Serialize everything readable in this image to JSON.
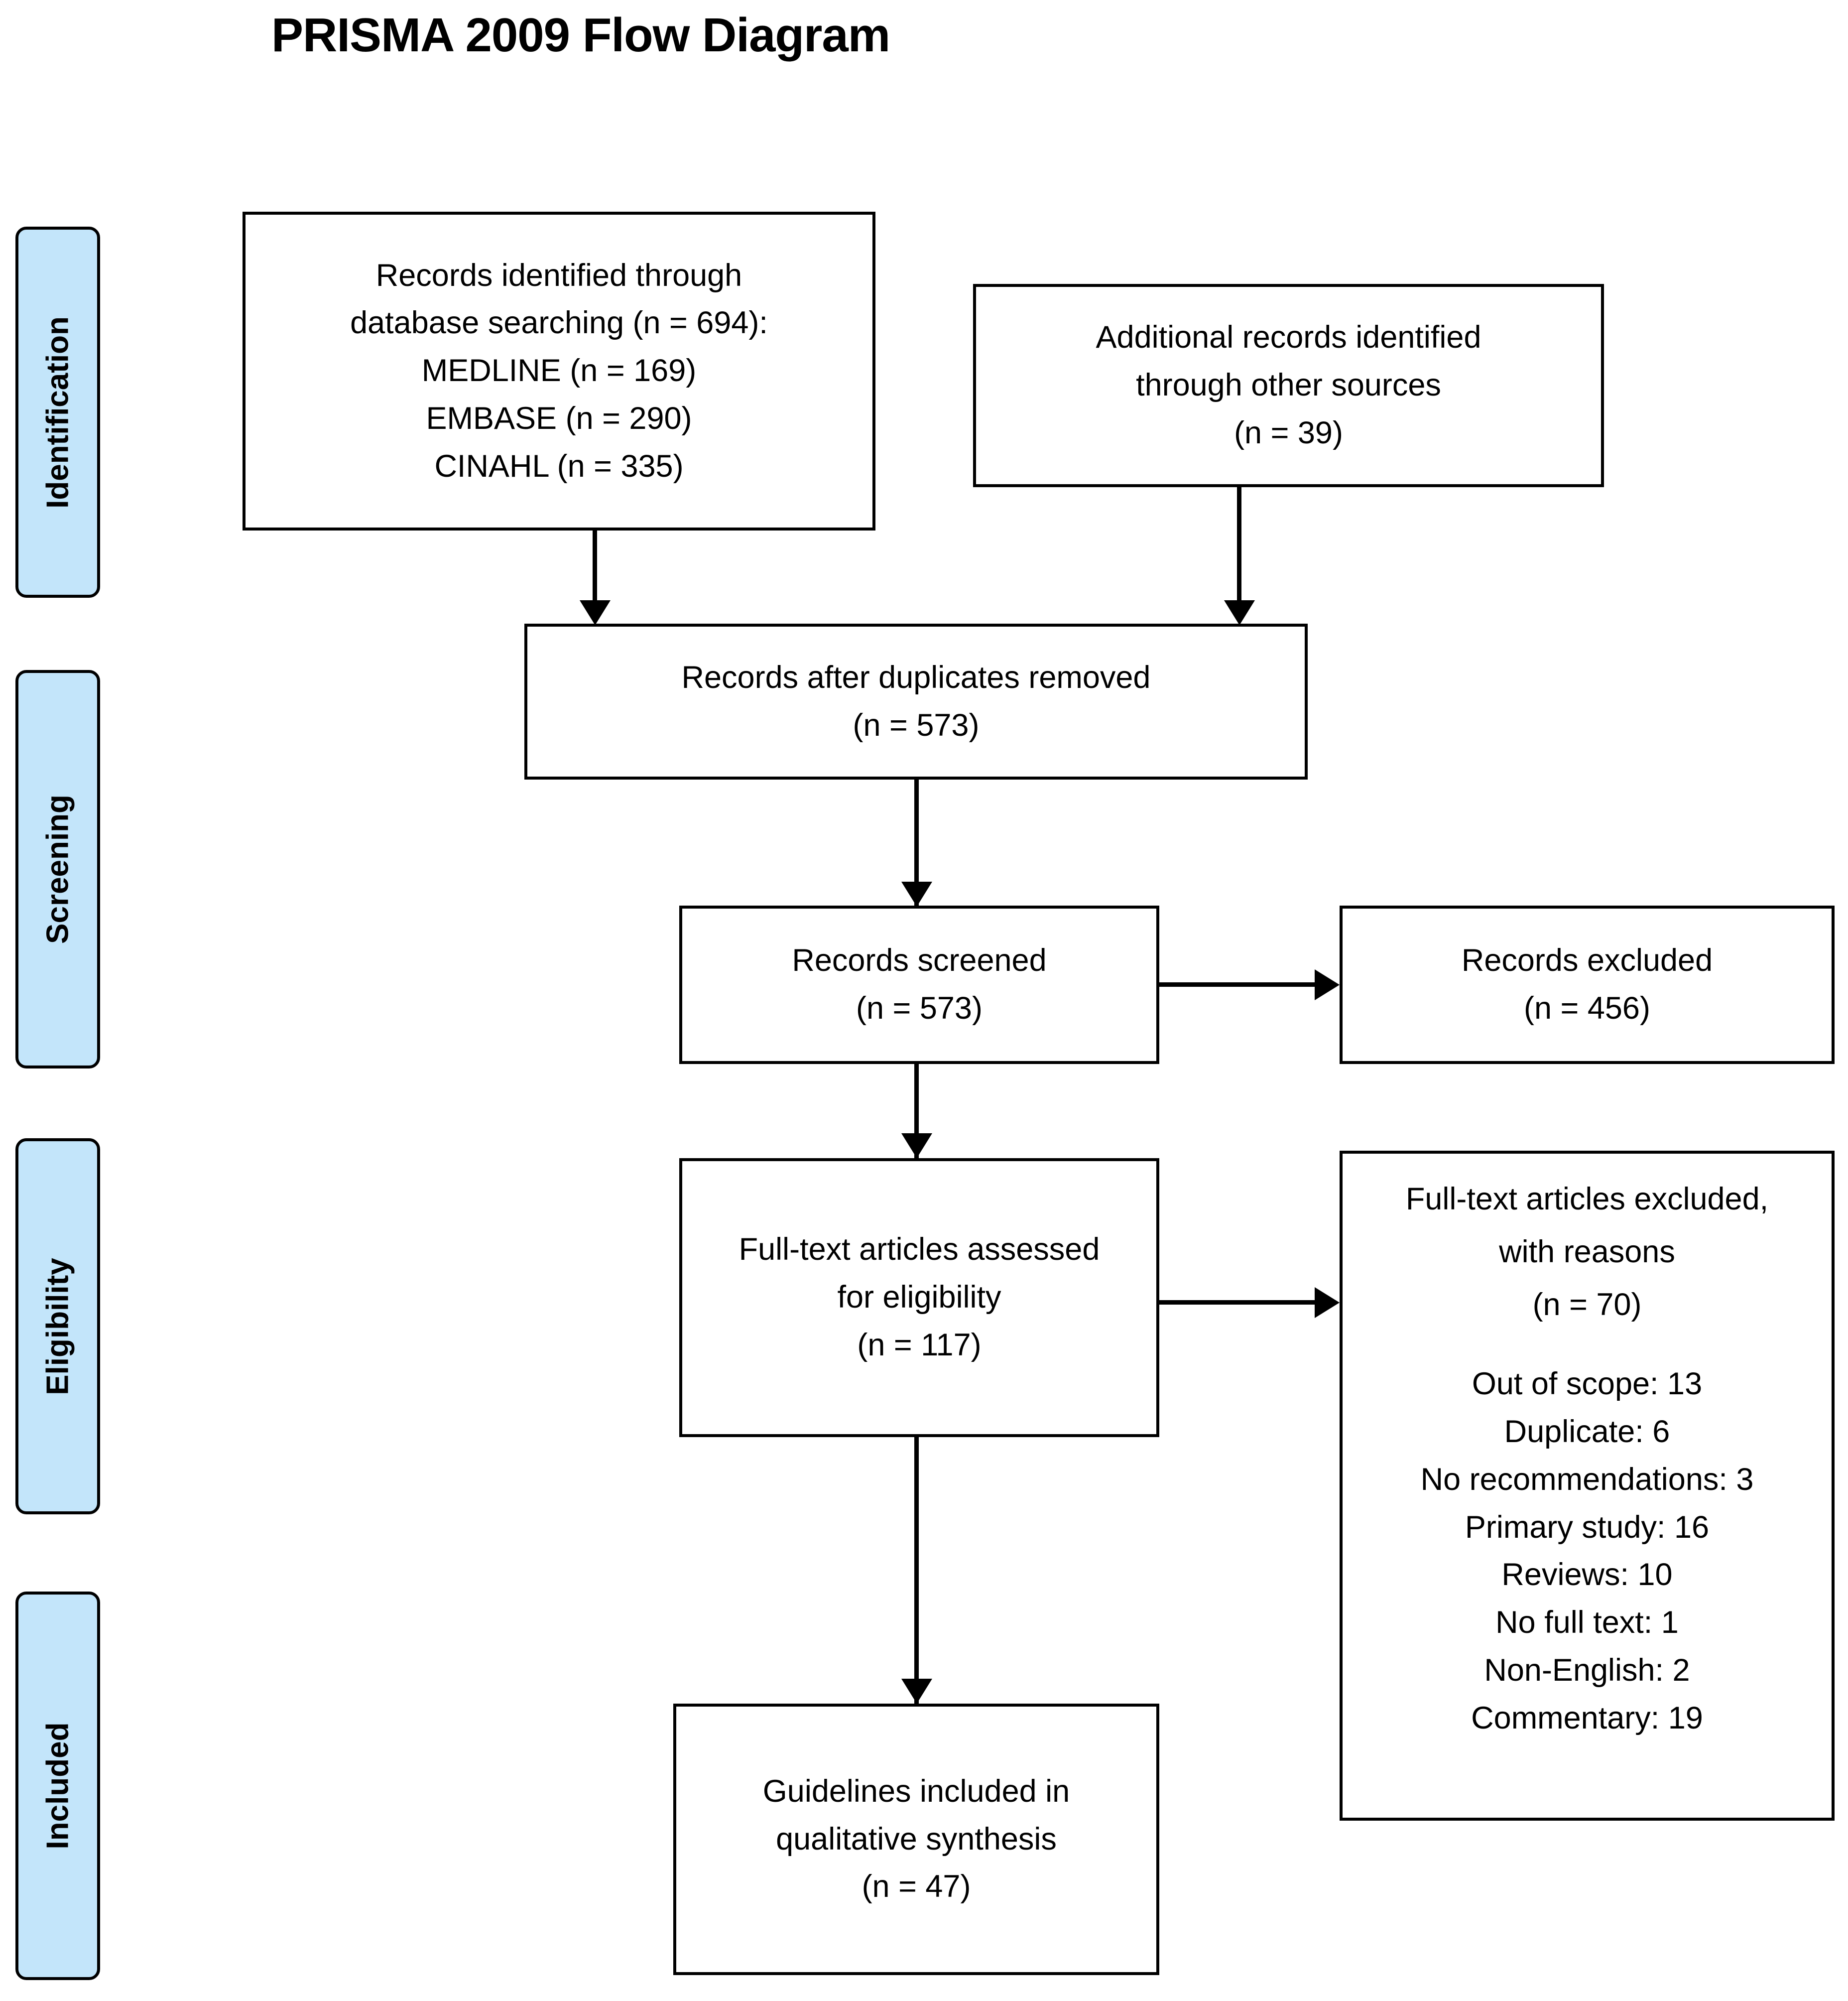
{
  "title": "PRISMA 2009 Flow Diagram",
  "colors": {
    "stage_tab_fill": "#c3e5fa",
    "stroke": "#000000",
    "box_fill": "#ffffff",
    "page_background": "#ffffff"
  },
  "stages": [
    {
      "key": "identification",
      "label": "Identification"
    },
    {
      "key": "screening",
      "label": "Screening"
    },
    {
      "key": "eligibility",
      "label": "Eligibility"
    },
    {
      "key": "included",
      "label": "Included"
    }
  ],
  "boxes": {
    "db_search": {
      "name": "records-identified-database",
      "lines": [
        "Records identified through",
        "database searching (n = 694):",
        "MEDLINE (n = 169)",
        "EMBASE (n = 290)",
        "CINAHL (n = 335)"
      ]
    },
    "other_sources": {
      "name": "additional-records-other-sources",
      "lines": [
        "Additional records identified",
        "through other sources",
        "(n = 39)"
      ]
    },
    "duplicates_removed": {
      "name": "records-after-duplicates-removed",
      "lines": [
        "Records after duplicates removed",
        "(n = 573)"
      ]
    },
    "screened": {
      "name": "records-screened",
      "lines": [
        "Records screened",
        "(n = 573)"
      ]
    },
    "excluded": {
      "name": "records-excluded",
      "lines": [
        "Records excluded",
        "(n = 456)"
      ]
    },
    "fulltext_assessed": {
      "name": "fulltext-articles-assessed",
      "lines": [
        "Full-text articles assessed",
        "for eligibility",
        "(n = 117)"
      ]
    },
    "fulltext_excluded": {
      "name": "fulltext-articles-excluded",
      "head_lines": [
        "Full-text articles excluded,",
        "with reasons",
        "(n = 70)"
      ],
      "reasons": [
        "Out of scope: 13",
        "Duplicate: 6",
        "No recommendations: 3",
        "Primary study: 16",
        "Reviews: 10",
        "No full text: 1",
        "Non-English: 2",
        "Commentary: 19"
      ]
    },
    "included_final": {
      "name": "guidelines-included-qualitative",
      "lines": [
        "Guidelines included in",
        "qualitative synthesis",
        "(n = 47)"
      ]
    }
  },
  "chart_data": {
    "type": "diagram",
    "title": "PRISMA 2009 Flow Diagram",
    "stages": [
      "Identification",
      "Screening",
      "Eligibility",
      "Included"
    ],
    "nodes": [
      {
        "id": "db_search",
        "stage": "Identification",
        "label": "Records identified through database searching",
        "n": 694,
        "breakdown": [
          {
            "source": "MEDLINE",
            "n": 169
          },
          {
            "source": "EMBASE",
            "n": 290
          },
          {
            "source": "CINAHL",
            "n": 335
          }
        ]
      },
      {
        "id": "other_sources",
        "stage": "Identification",
        "label": "Additional records identified through other sources",
        "n": 39
      },
      {
        "id": "duplicates_removed",
        "stage": "Screening",
        "label": "Records after duplicates removed",
        "n": 573
      },
      {
        "id": "screened",
        "stage": "Screening",
        "label": "Records screened",
        "n": 573
      },
      {
        "id": "excluded",
        "stage": "Screening",
        "label": "Records excluded",
        "n": 456
      },
      {
        "id": "fulltext_assessed",
        "stage": "Eligibility",
        "label": "Full-text articles assessed for eligibility",
        "n": 117
      },
      {
        "id": "fulltext_excluded",
        "stage": "Eligibility",
        "label": "Full-text articles excluded, with reasons",
        "n": 70,
        "breakdown": [
          {
            "reason": "Out of scope",
            "n": 13
          },
          {
            "reason": "Duplicate",
            "n": 6
          },
          {
            "reason": "No recommendations",
            "n": 3
          },
          {
            "reason": "Primary study",
            "n": 16
          },
          {
            "reason": "Reviews",
            "n": 10
          },
          {
            "reason": "No full text",
            "n": 1
          },
          {
            "reason": "Non-English",
            "n": 2
          },
          {
            "reason": "Commentary",
            "n": 19
          }
        ]
      },
      {
        "id": "included_final",
        "stage": "Included",
        "label": "Guidelines included in qualitative synthesis",
        "n": 47
      }
    ],
    "edges": [
      {
        "from": "db_search",
        "to": "duplicates_removed"
      },
      {
        "from": "other_sources",
        "to": "duplicates_removed"
      },
      {
        "from": "duplicates_removed",
        "to": "screened"
      },
      {
        "from": "screened",
        "to": "excluded"
      },
      {
        "from": "screened",
        "to": "fulltext_assessed"
      },
      {
        "from": "fulltext_assessed",
        "to": "fulltext_excluded"
      },
      {
        "from": "fulltext_assessed",
        "to": "included_final"
      }
    ]
  }
}
